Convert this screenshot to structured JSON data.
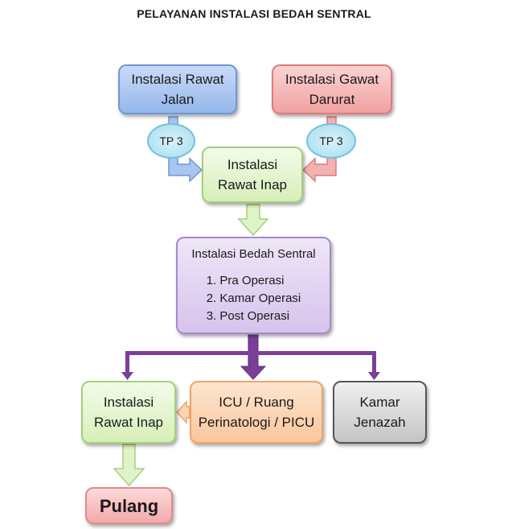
{
  "title": "PELAYANAN INSTALASI BEDAH SENTRAL",
  "nodes": {
    "rawat_jalan": [
      "Instalasi Rawat",
      "Jalan"
    ],
    "gawat_darurat": [
      "Instalasi Gawat",
      "Darurat"
    ],
    "tp_left": "TP 3",
    "tp_right": "TP 3",
    "rawat_inap_top": [
      "Instalasi",
      "Rawat Inap"
    ],
    "bedah_sentral": {
      "title": "Instalasi Bedah Sentral",
      "steps": [
        "1. Pra Operasi",
        "2. Kamar Operasi",
        "3. Post Operasi"
      ]
    },
    "rawat_inap_bottom": [
      "Instalasi",
      "Rawat Inap"
    ],
    "icu": [
      "ICU / Ruang",
      "Perinatologi / PICU"
    ],
    "jenazah": [
      "Kamar",
      "Jenazah"
    ],
    "pulang": "Pulang"
  },
  "colors": {
    "blue": "#94b7ec",
    "red": "#f1a1a1",
    "green": "#d7efb9",
    "purple": "#7b3f99",
    "orange": "#f9c79c",
    "gray": "#c4c4c4",
    "tp": "#a6dcee"
  }
}
